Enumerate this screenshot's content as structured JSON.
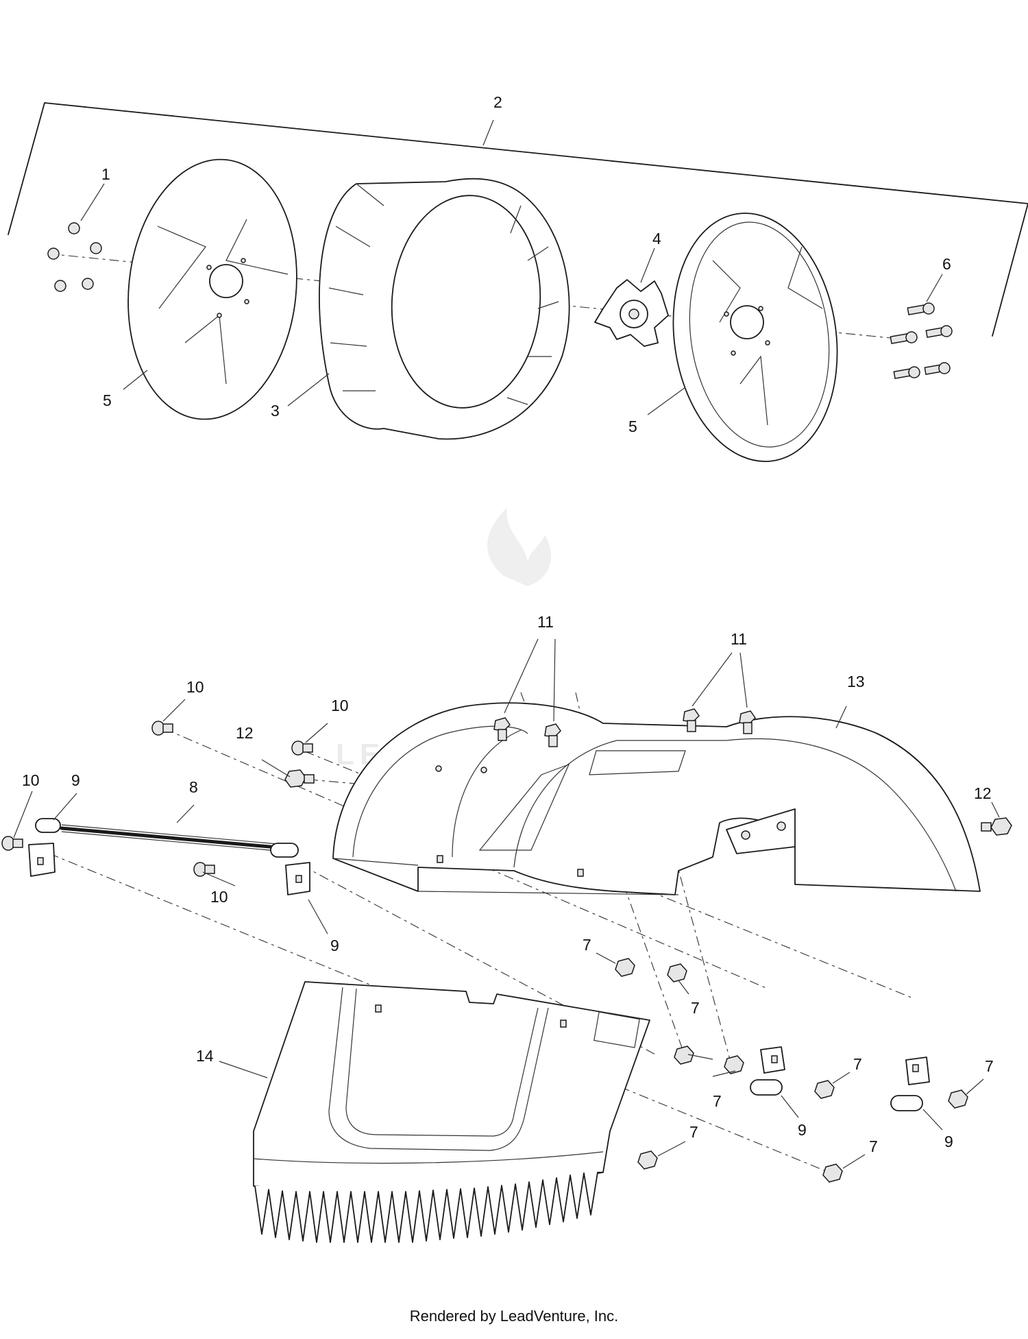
{
  "watermark": "LEADVENTURE",
  "footer": "Rendered by LeadVenture, Inc.",
  "callouts": {
    "c1": "1",
    "c2": "2",
    "c3": "3",
    "c4": "4",
    "c5a": "5",
    "c5b": "5",
    "c6": "6",
    "c7a": "7",
    "c7b": "7",
    "c7c": "7",
    "c7d": "7",
    "c7e": "7",
    "c7f": "7",
    "c7g": "7",
    "c8": "8",
    "c9a": "9",
    "c9b": "9",
    "c9c": "9",
    "c9d": "9",
    "c10a": "10",
    "c10b": "10",
    "c10c": "10",
    "c10d": "10",
    "c11a": "11",
    "c11b": "11",
    "c12a": "12",
    "c12b": "12",
    "c13": "13",
    "c14": "14"
  }
}
